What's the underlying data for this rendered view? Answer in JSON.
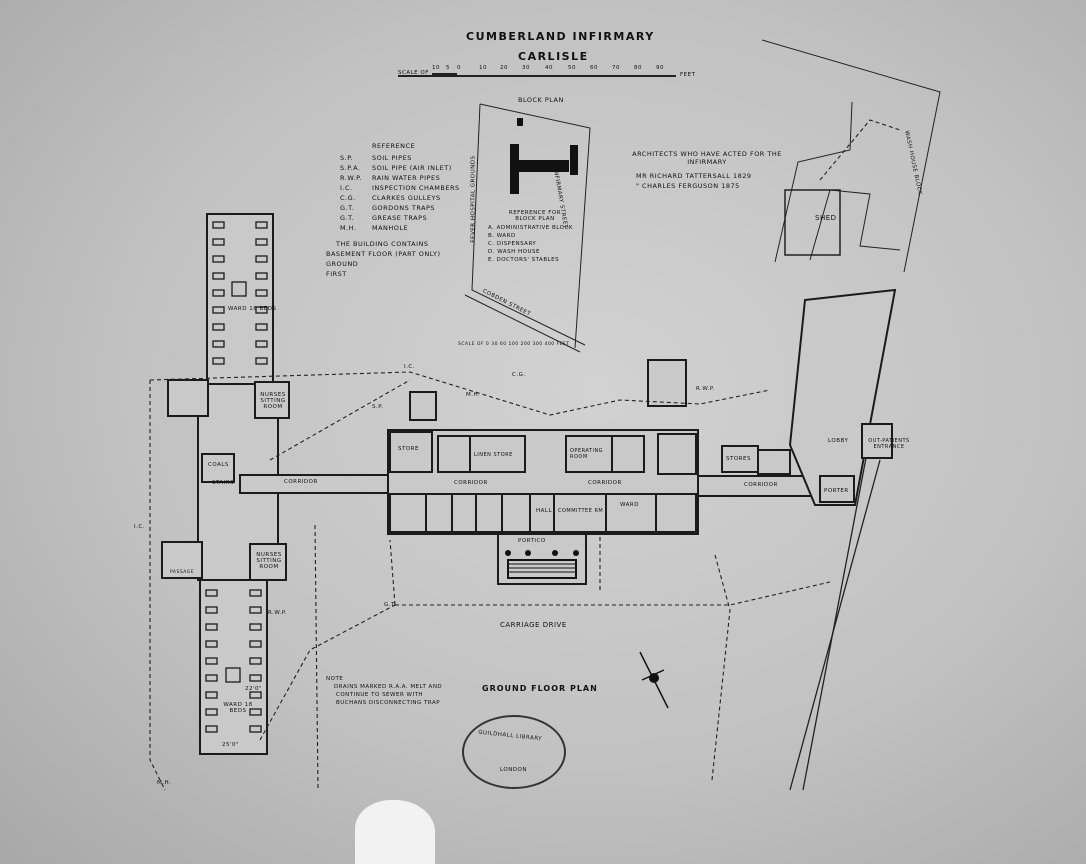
{
  "header": {
    "title": "CUMBERLAND INFIRMARY",
    "subtitle": "CARLISLE"
  },
  "scale": {
    "label": "SCALE OF",
    "ticks": [
      "10",
      "5",
      "0",
      "10",
      "20",
      "30",
      "40",
      "50",
      "60",
      "70",
      "80",
      "90"
    ],
    "unit": "FEET"
  },
  "reference": {
    "heading": "REFERENCE",
    "items": [
      {
        "code": "S.P.",
        "desc": "SOIL PIPES"
      },
      {
        "code": "S.P.A.",
        "desc": "SOIL PIPE (AIR INLET)"
      },
      {
        "code": "R.W.P.",
        "desc": "RAIN WATER PIPES"
      },
      {
        "code": "I.C.",
        "desc": "INSPECTION CHAMBERS"
      },
      {
        "code": "C.G.",
        "desc": "CLARKES GULLEYS"
      },
      {
        "code": "G.T.",
        "desc": "GORDONS TRAPS"
      },
      {
        "code": "G.T.",
        "desc": "GREASE TRAPS"
      },
      {
        "code": "M.H.",
        "desc": "MANHOLE"
      }
    ]
  },
  "building_contains": {
    "heading": "THE BUILDING CONTAINS",
    "lines": [
      "BASEMENT FLOOR (PART ONLY)",
      "GROUND",
      "FIRST"
    ]
  },
  "block_plan": {
    "title": "BLOCK PLAN",
    "left_street": "FEVER HOSPITAL GROUNDS",
    "right_street": "INFIRMARY STREET",
    "bottom_street": "COBDEN STREET",
    "key_heading": "REFERENCE FOR BLOCK PLAN",
    "key": [
      "A. ADMINISTRATIVE BLOCK",
      "B. WARD",
      "C. DISPENSARY",
      "D. WASH HOUSE",
      "E. DOCTORS' STABLES"
    ],
    "scale": "SCALE OF 0 30 60 100 200 300 400 FEET"
  },
  "architects": {
    "heading": "ARCHITECTS WHO HAVE ACTED FOR THE INFIRMARY",
    "lines": [
      "MR RICHARD TATTERSALL 1829",
      "\" CHARLES FERGUSON 1875"
    ]
  },
  "rooms": {
    "ward_north": "WARD 18 BEDS",
    "ward_south": "WARD 18 BEDS",
    "ward_south_dim": "22'0\"",
    "ward_south_end": "25'0\"",
    "nurses_north": "NURSES SITTING ROOM",
    "nurses_south": "NURSES SITTING ROOM",
    "coals": "COALS",
    "stairs": "STAIRS",
    "passage": "PASSAGE",
    "store": "STORE",
    "linen_store": "LINEN STORE",
    "operating": "OPERATING ROOM",
    "hall": "HALL",
    "committee": "COMMITTEE RM",
    "portico": "PORTICO",
    "ward_mid": "WARD",
    "stores": "STORES",
    "lobby": "LOBBY",
    "porter": "PORTER",
    "shed": "SHED",
    "wash_house": "WASH HOUSE BLOCK",
    "out_entrance": "OUT-PATIENTS ENTRANCE",
    "carriage_drive": "CARRIAGE DRIVE",
    "corridor": "CORRIDOR"
  },
  "drain_marks": [
    "I.C.",
    "M.H.",
    "S.P.",
    "G.T.",
    "C.G.",
    "R.W.P.",
    "I.C.",
    "M.H.",
    "R.W.P."
  ],
  "note": {
    "lead": "NOTE",
    "text1": "DRAINS MARKED R.A.A. MELT AND",
    "text2": "CONTINUE TO SEWER WITH",
    "text3": "BUCHANS DISCONNECTING TRAP"
  },
  "plan_title": "GROUND FLOOR PLAN",
  "stamp": {
    "top": "GUILDHALL LIBRARY",
    "bottom": "LONDON"
  }
}
